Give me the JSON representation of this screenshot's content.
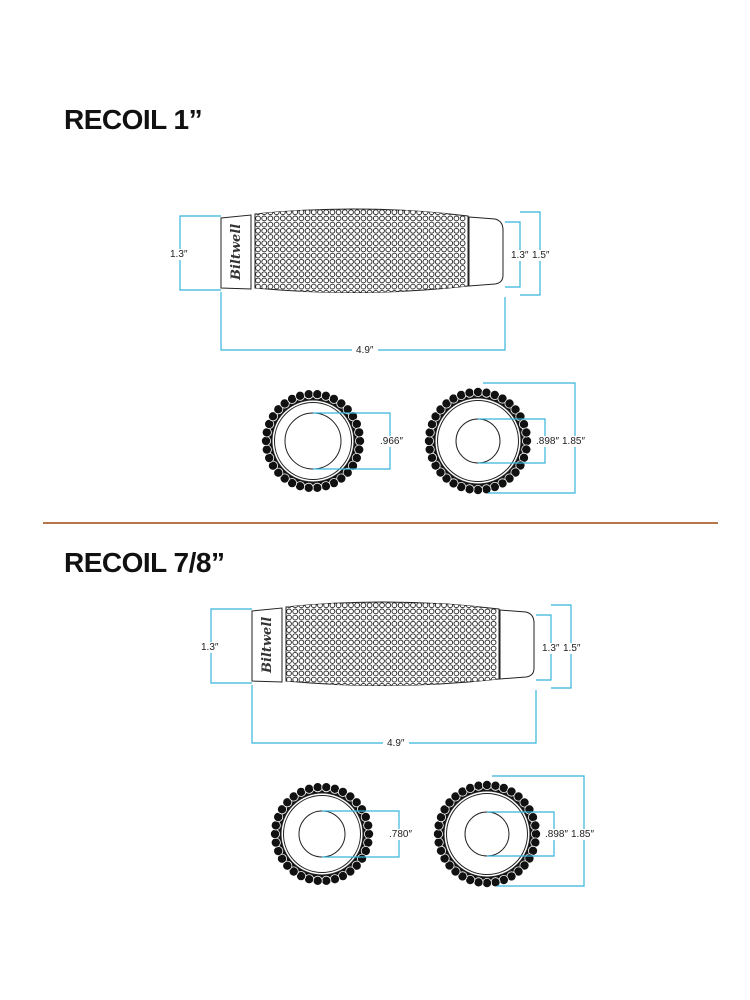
{
  "sections": [
    {
      "title": "RECOIL 1”",
      "grip": {
        "length": "4.9″",
        "left_dia": "1.3″",
        "right_inner_dia": "1.3″",
        "right_outer_dia": "1.5″",
        "logo": "Biltwell"
      },
      "end_views": {
        "left_bore": ".966″",
        "right_bore": ".898″",
        "outer_dia": "1.85″"
      }
    },
    {
      "title": "RECOIL 7/8”",
      "grip": {
        "length": "4.9″",
        "left_dia": "1.3″",
        "right_inner_dia": "1.3″",
        "right_outer_dia": "1.5″",
        "logo": "Biltwell"
      },
      "end_views": {
        "left_bore": ".780″",
        "right_bore": ".898″",
        "outer_dia": "1.85″"
      }
    }
  ],
  "colors": {
    "dimension": "#35b3dc",
    "divider": "#b5764a"
  }
}
